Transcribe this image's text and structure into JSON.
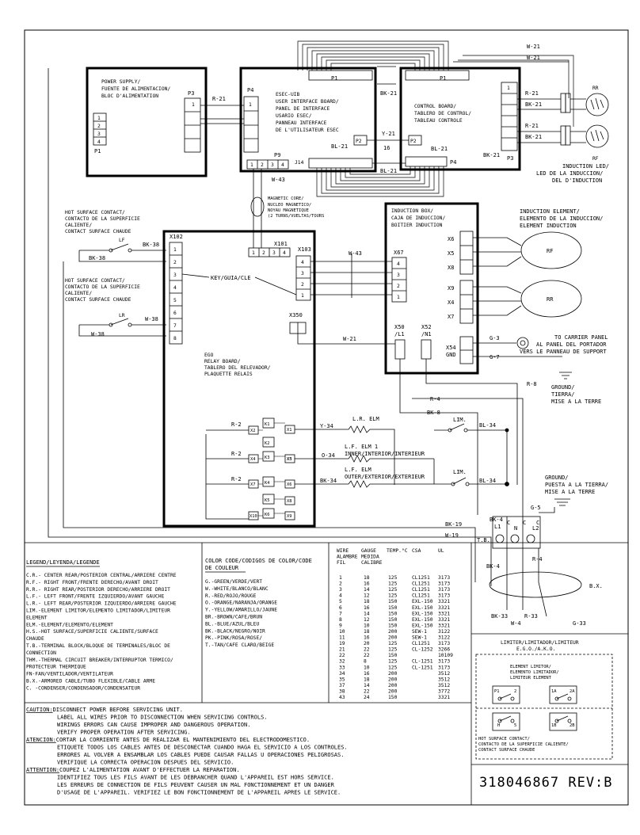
{
  "blocks": {
    "power_supply": {
      "title": [
        "POWER SUPPLY/",
        "FUENTE DE ALIMENTACION/",
        "BLOC D'ALIMENTATION"
      ],
      "conn": "P3",
      "p1": "P1",
      "pins_left": [
        "1",
        "2",
        "3",
        "4"
      ]
    },
    "esec": {
      "p4": "P4",
      "p1": "P1",
      "title": [
        "ESEC-UIB",
        "USER INTERFACE BOARD/",
        "PANEL DE INTERFACE",
        "USARIO ESEC/",
        "PANNEAU INTERFACE",
        "DE L'UTILISATEUR ESEC"
      ],
      "p2": "P2",
      "p9": "P9",
      "p9_pins": [
        "1",
        "2",
        "3",
        "4"
      ],
      "j14": "J14"
    },
    "control": {
      "p1": "P1",
      "title": [
        "CONTROL BOARD/",
        "TABLERO DE CONTROL/",
        "TABLEAU CONTROLE"
      ],
      "p2": "P2",
      "p4": "P4",
      "p3": "P3",
      "pin1": "1"
    },
    "relay": {
      "x102": "X102",
      "pins": [
        "1",
        "2",
        "3",
        "4",
        "5",
        "6",
        "7",
        "8"
      ],
      "x101": "X101",
      "x101_pins": [
        "1",
        "2",
        "3",
        "4"
      ],
      "x103": "X103",
      "x103_pins": [
        "4",
        "3",
        "2",
        "1"
      ],
      "x350": "X350",
      "key": "KEY/GUIA/CLE",
      "title": [
        "EGO",
        "RELAY BOARD/",
        "TABLERO DEL RELEVADOR/",
        "PLAQUETTE RELAIS"
      ],
      "relays": [
        "K1",
        "K2",
        "K3",
        "K4",
        "K5",
        "K6"
      ],
      "terms": [
        "X2",
        "X1",
        "X3",
        "X4",
        "X5",
        "X7",
        "X6",
        "X8",
        "X10",
        "X9"
      ]
    },
    "induction_box": {
      "title": [
        "INDUCTION BOX/",
        "CAJA DE INDUCCION/",
        "BOITIER INDUCTION"
      ],
      "x67": "X67",
      "x67_pins": [
        "4",
        "3",
        "2",
        "1"
      ],
      "outs": [
        "X6",
        "X5",
        "X8",
        "X9",
        "X4",
        "X7"
      ],
      "x50": [
        "X50",
        "/L1"
      ],
      "x52": [
        "X52",
        "/N1"
      ],
      "x54": [
        "X54",
        "GND"
      ]
    }
  },
  "wires": {
    "w21_a": "W-21",
    "w21_b": "W-21",
    "r21_ps": "R-21",
    "bk21_top": "BK-21",
    "r21_c1": "R-21",
    "bk21_c1": "BK-21",
    "r21_c2": "R-21",
    "bk21_c2": "BK-21",
    "y21": "Y-21",
    "n16": "16",
    "bl21_mid": "BL-21",
    "bl21_low": "BL-21",
    "bk21_p3": "BK-21",
    "w43_a": "W-43",
    "w43_b": "W-43",
    "bk38": "BK-38",
    "bk38_b": "BK-38",
    "w38": "W-38",
    "w38_b": "W-38",
    "w21_relay": "W-21",
    "g3": "G-3",
    "g7": "G-7",
    "r8": "R-8",
    "r4": "R-4",
    "bk8": "BK-8",
    "r2a": "R-2",
    "r2b": "R-2",
    "r2c": "R-2",
    "y34": "Y-34",
    "o34": "O-34",
    "bk34": "BK-34",
    "bl34a": "BL-34",
    "bl34b": "BL-34",
    "g5": "G-5",
    "bk4a": "BK-4",
    "bk4b": "BK-4",
    "r4b": "R-4",
    "bk19": "BK-19",
    "w19": "W-19",
    "bk33": "BK-33",
    "r33": "R-33",
    "w4": "W-4",
    "g33": "G-33"
  },
  "labels": {
    "magnetic_core": [
      "MAGNETIC CORE/",
      "NUCLEO MAGNETICO/",
      "NOYAU MAGNETIQUE",
      "(2 TURNS/VUELTAS/TOURS"
    ],
    "hot_contact_1": [
      "HOT SURFACE CONTACT/",
      "CONTACTO DE LA SUPERFICIE",
      "CALIENTE/",
      "CONTACT SURFACE CHAUDE"
    ],
    "hot_contact_2": [
      "HOT SURFACE CONTACT/",
      "CONTACTO DE LA SUPERFICIE",
      "CALIENTE/",
      "CONTACT SURFACE CHAUDE"
    ],
    "lf": "LF",
    "lr": "LR",
    "induction_led": [
      "INDUCTION LED/",
      "LED DE LA INDUCCION/",
      "DEL  D'INDUCTION"
    ],
    "rr_led": "RR",
    "rf_led": "RF",
    "induction_element": [
      "INDUCTION ELEMENT/",
      "ELEMENTO DE LA INDUCCION/",
      "ELEMENT INDUCTION"
    ],
    "rf_el": "RF",
    "rr_el": "RR",
    "carrier": [
      "TO CARRIER PANEL",
      "AL PANEL DEL PORTADOR",
      "VERS LE PANNEAU DE SUPPORT"
    ],
    "ground1": [
      "GROUND/",
      "TIERRA/",
      "MISE A LA TERRE"
    ],
    "ground2": [
      "GROUND/",
      "PUESTA A LA TIERRA/",
      "MISE A LA TERRE"
    ],
    "lr_elm": "L.R. ELM",
    "lf_elm1": [
      "L.F. ELM 1",
      "INNER/INTERIOR/INTERIEUR"
    ],
    "lf_elm": [
      "L.F. ELM",
      "OUTER/EXTERIOR/EXTERIEUR"
    ],
    "lim1": "LIM.",
    "lim2": "LIM.",
    "tb": "T.B.",
    "tb_terms": [
      "L1",
      "N",
      "L2"
    ],
    "tb_c": [
      "C",
      "C",
      "C"
    ],
    "bx": "B.X.",
    "key": "KEY/GUIA/CLE"
  },
  "legend": {
    "title": "LEGEND/LEYENDA/LEGENDE",
    "items": [
      "C.R.- CENTER REAR/POSTERIOR CENTRAL/ARRIERE CENTRE",
      "R.F.- RIGHT FRONT/FRENTE DERECHO/AVANT DROIT",
      "R.R.- RIGHT REAR/POSTERIOR DERECHO/ARRIERE DROIT",
      "L.F.- LEFT FRONT/FRENTE IZQUIERDO/AVANT GAUCHE",
      "L.R.- LEFT REAR/POSTERIOR IZQUIERDO/ARRIERE GAUCHE",
      "LIM.-ELEMENT LIMITOR/ELEMENTO LIMITADOR/LIMITEUR",
      "     ELEMENT",
      "ELM.-ELEMENT/ELEMENTO/ELEMENT",
      "H.S.-HOT SURFACE/SUPERFICIE CALIENTE/SURFACE",
      "     CHAUDE",
      "T.B.-TERMINAL BLOCK/BLOQUE DE TERMINALES/BLOC DE",
      "     CONNECTION",
      "THM.-THERMAL CIRCUIT BREAKER/INTERRUPTOR TERMICO/",
      "     PROTECTEUR THERMIQUE",
      "FN-FAN/VENTILADOR/VENTILATEUR",
      "B.X.-ARMORED CABLE/TUBO FLEXIBLE/CABLE ARME",
      "C.  -CONDENSER/CONDENSADOR/CONDENSATEUR"
    ]
  },
  "color_codes": {
    "title": [
      "COLOR CODE/CODIGOS DE COLOR/CODE",
      "DE COULEUR"
    ],
    "items": [
      "G.-GREEN/VERDE/VERT",
      "W.-WHITE/BLANCO/BLANC",
      "R.-RED/ROJO/ROUGE",
      "O.-ORANGE/NARANJA/ORANGE",
      "Y.-YELLOW/AMARILLO/JAUNE",
      "BR.-BROWN/CAFE/BRUN",
      "BL.-BLUE/AZUL/BLEU",
      "BK.-BLACK/NEGRO/NOIR",
      "PK.-PINK/ROSA/ROSE/",
      "T.-TAN/CAFE CLARO/BEIGE"
    ]
  },
  "wire_table": {
    "headers": [
      [
        "WIRE",
        "ALAMBRE",
        "FIL"
      ],
      [
        "GAUGE",
        "MEDIDA",
        "CALIBRE"
      ],
      [
        "TEMP.°C"
      ],
      [
        "CSA"
      ],
      [
        "UL"
      ]
    ],
    "rows": [
      [
        "1",
        "18",
        "125",
        "CL1251",
        "3173"
      ],
      [
        "2",
        "16",
        "125",
        "CL1251",
        "3173"
      ],
      [
        "3",
        "14",
        "125",
        "CL1251",
        "3173"
      ],
      [
        "4",
        "12",
        "125",
        "CL1251",
        "3173"
      ],
      [
        "5",
        "18",
        "150",
        "EXL-150",
        "3321"
      ],
      [
        "6",
        "16",
        "150",
        "EXL-150",
        "3321"
      ],
      [
        "7",
        "14",
        "150",
        "EXL-150",
        "3321"
      ],
      [
        "8",
        "12",
        "150",
        "EXL-150",
        "3321"
      ],
      [
        "9",
        "10",
        "150",
        "EXL-150",
        "3321"
      ],
      [
        "10",
        "18",
        "200",
        "SEW-1",
        "3122"
      ],
      [
        "11",
        "16",
        "200",
        "SEW-1",
        "3122"
      ],
      [
        "19",
        "20",
        "125",
        "CL1251",
        "3173"
      ],
      [
        "21",
        "22",
        "125",
        "CL-1252",
        "3266"
      ],
      [
        "22",
        "22",
        "150",
        "",
        "10109"
      ],
      [
        "32",
        "8",
        "125",
        "CL-1251",
        "3173"
      ],
      [
        "33",
        "10",
        "125",
        "CL-1251",
        "3173"
      ],
      [
        "34",
        "16",
        "200",
        "",
        "3512"
      ],
      [
        "35",
        "18",
        "200",
        "",
        "3512"
      ],
      [
        "37",
        "14",
        "200",
        "",
        "3512"
      ],
      [
        "38",
        "22",
        "200",
        "",
        "3772"
      ],
      [
        "43",
        "24",
        "150",
        "",
        "3321"
      ]
    ]
  },
  "limiter": {
    "title": [
      "LIMITER/LIMITADOR/LIMITEUR",
      "E.G.O./A.K.O."
    ],
    "element": [
      "ELEMENT LIMITOR/",
      "ELEMENTO LIMITADOR/",
      "LIMITEUR ELEMENT"
    ],
    "t1": [
      "P1",
      "2"
    ],
    "t2": [
      "1A",
      "2A"
    ],
    "t3": [
      "H",
      "5"
    ],
    "t4": [
      "1B",
      "2B"
    ],
    "hot": [
      "HOT SURFACE CONTACT/",
      "CONTACTO DE LA SUPERFICIE CALIENTE/",
      "CONTACT SURFACE CHAUDE"
    ]
  },
  "caution": [
    [
      "CAUTION:",
      "DISCONNECT POWER BEFORE SERVICING UNIT."
    ],
    [
      "",
      "LABEL ALL WIRES PRIOR TO DISCONNECTION WHEN SERVICING CONTROLS."
    ],
    [
      "",
      "WIRINGS ERRORS CAN CAUSE IMPROPER AND DANGEROUS OPERATION."
    ],
    [
      "",
      "VERIFY PROPER OPERATION AFTER SERVICING."
    ],
    [
      "ATENCION:",
      "CORTAR LA CORRIENTE ANTES DE REALIZAR EL MANTENIMIENTO DEL ELECTRODOMESTICO."
    ],
    [
      "",
      "ETIQUETE TODOS LOS CABLES ANTES DE DESCONECTAR CUANDO HAGA EL SERVICIO A LOS CONTROLES."
    ],
    [
      "",
      "ERRORES AL VOLVER A ENSAMBLAR LOS CABLES PUEDE CAUSAR FALLAS U OPERACIONES PELIGROSAS."
    ],
    [
      "",
      "VERIFIQUE LA CORRECTA OPERACION DESPUES DEL SERVICIO."
    ],
    [
      "ATTENTION:",
      "COUPEZ L'ALIMENTATION AVANT D'EFFECTUER LA REPARATION."
    ],
    [
      "",
      "IDENTIFIEZ TOUS LES FILS AVANT DE LES DEBRANCHER QUAND L'APPAREIL EST HORS SERVICE."
    ],
    [
      "",
      "LES ERREURS DE CONNECTION DE FILS PEUVENT CAUSER UN MAL FONCTIONNEMENT ET UN DANGER"
    ],
    [
      "",
      "D'USAGE DE L'APPAREIL. VERIFIEZ LE BON FONCTIONNEMENT DE L'APPAREIL APRES LE SERVICE."
    ]
  ],
  "doc_number": "318046867 REV:B"
}
